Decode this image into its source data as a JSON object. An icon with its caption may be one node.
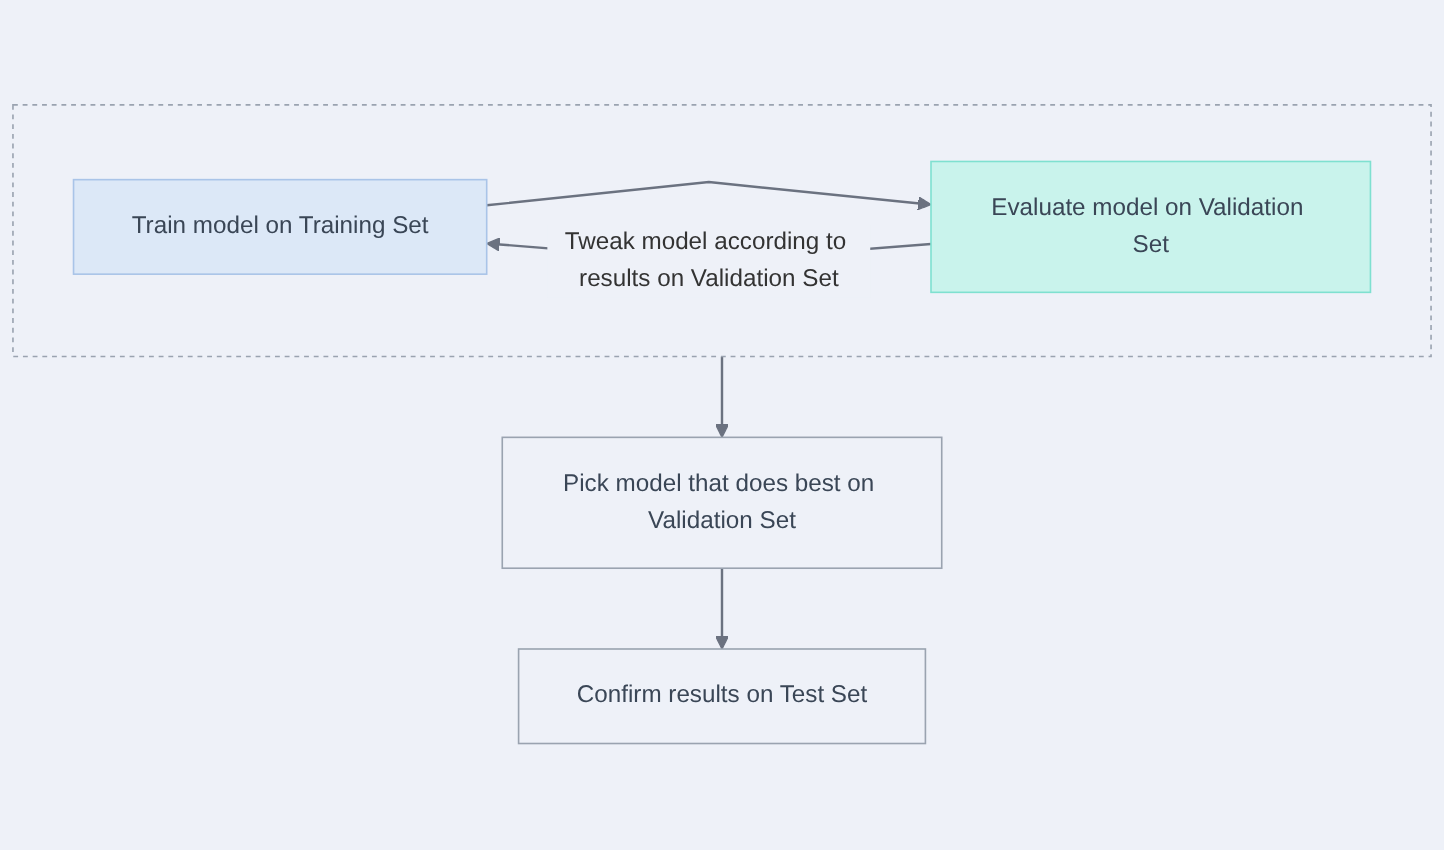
{
  "diagram": {
    "nodes": [
      {
        "text": [],
        "shape": "box"
      },
      {
        "text": [
          "Train model on Training Set"
        ],
        "in": 0
      },
      {
        "text": [
          "Evaluate model on Validation Set"
        ],
        "in": 0
      },
      {
        "text": [
          "Pick model that does best on Validation Set"
        ]
      },
      {
        "text": [
          "Confirm results on Test Set"
        ]
      }
    ],
    "edges": [
      {
        "from": 1,
        "to": 2,
        "arrow": "to"
      },
      {
        "from": 2,
        "to": 1,
        "arrow": "to",
        "label": "Tweak model according to results on Validation Set"
      },
      {
        "from": 0,
        "to": 3,
        "arrow": "to"
      },
      {
        "from": 3,
        "to": 4,
        "arrow": "to"
      }
    ]
  }
}
